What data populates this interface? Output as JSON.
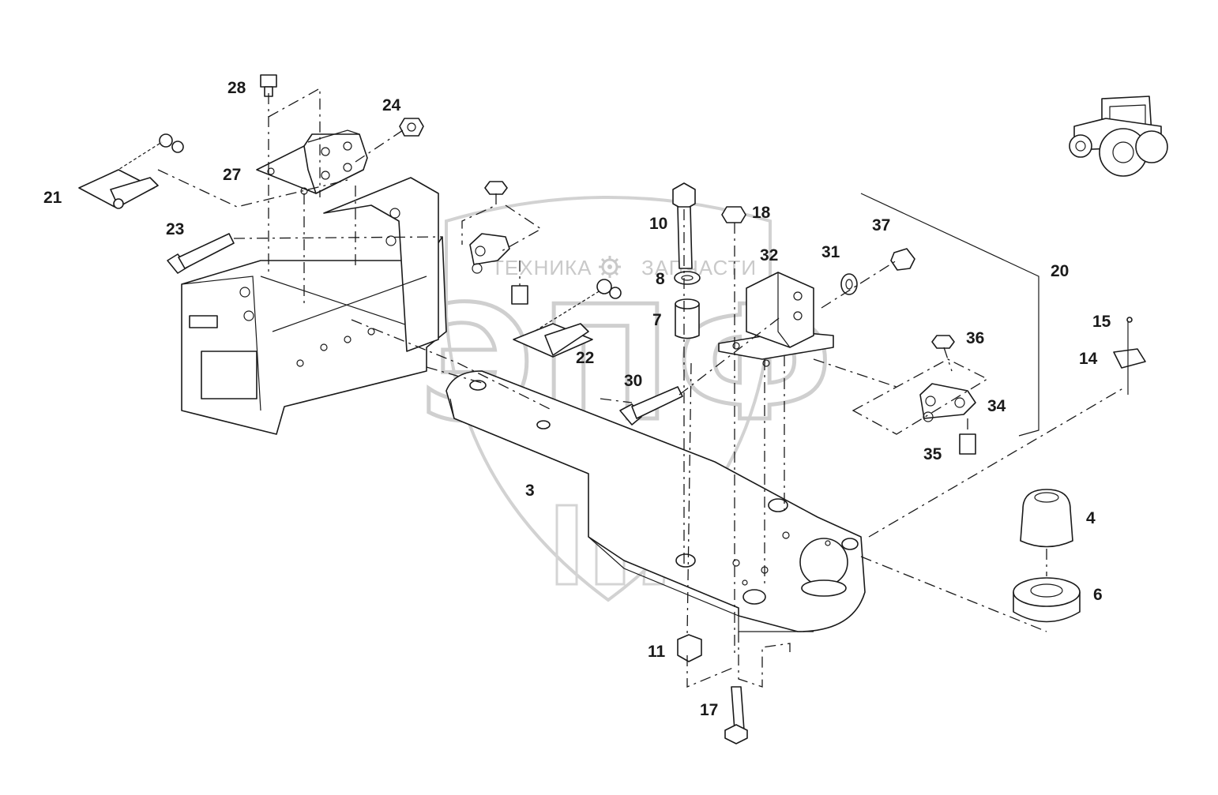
{
  "watermark": {
    "left_text": "ТЕХНИКА",
    "right_text": "ЗАПЧАСТИ",
    "big_text": "ЭПФ",
    "gear_icon": "gear-icon"
  },
  "callouts": [
    {
      "id": "c28",
      "text": "28"
    },
    {
      "id": "c24",
      "text": "24"
    },
    {
      "id": "c27",
      "text": "27"
    },
    {
      "id": "c21",
      "text": "21"
    },
    {
      "id": "c23",
      "text": "23"
    },
    {
      "id": "c10",
      "text": "10"
    },
    {
      "id": "c18",
      "text": "18"
    },
    {
      "id": "c37",
      "text": "37"
    },
    {
      "id": "c31",
      "text": "31"
    },
    {
      "id": "c32",
      "text": "32"
    },
    {
      "id": "c20",
      "text": "20"
    },
    {
      "id": "c8",
      "text": "8"
    },
    {
      "id": "c7",
      "text": "7"
    },
    {
      "id": "c36",
      "text": "36"
    },
    {
      "id": "c15",
      "text": "15"
    },
    {
      "id": "c14",
      "text": "14"
    },
    {
      "id": "c22",
      "text": "22"
    },
    {
      "id": "c30",
      "text": "30"
    },
    {
      "id": "c34",
      "text": "34"
    },
    {
      "id": "c35",
      "text": "35"
    },
    {
      "id": "c3",
      "text": "3"
    },
    {
      "id": "c4",
      "text": "4"
    },
    {
      "id": "c6",
      "text": "6"
    },
    {
      "id": "c11",
      "text": "11"
    },
    {
      "id": "c17",
      "text": "17"
    }
  ]
}
